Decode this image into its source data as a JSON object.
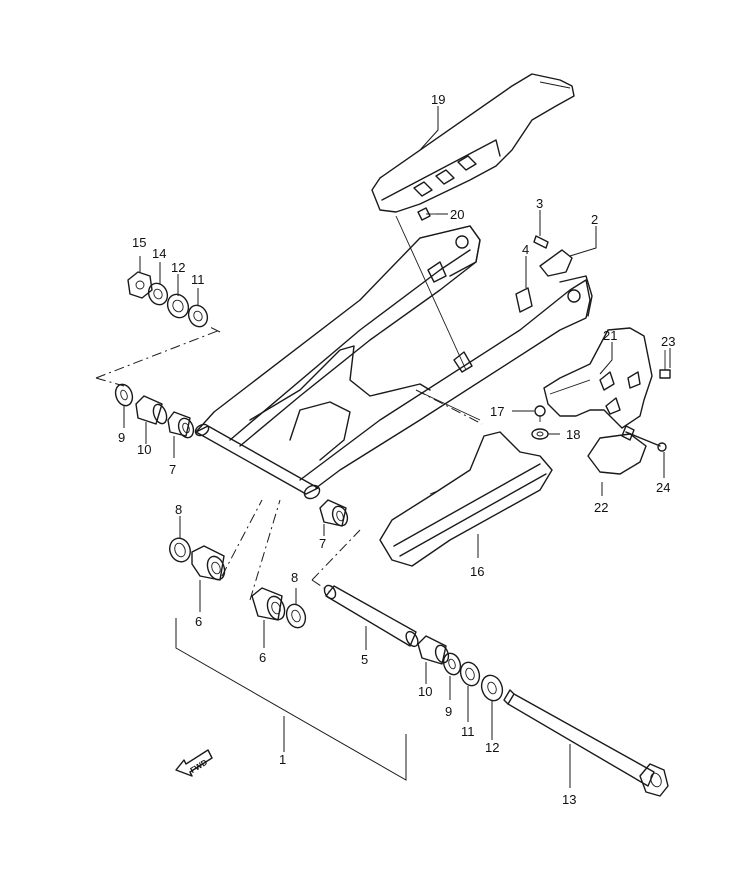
{
  "callouts": {
    "c1": "1",
    "c2": "2",
    "c3": "3",
    "c4": "4",
    "c5": "5",
    "c6a": "6",
    "c6b": "6",
    "c7a": "7",
    "c7b": "7",
    "c8a": "8",
    "c8b": "8",
    "c9a": "9",
    "c9b": "9",
    "c10a": "10",
    "c10b": "10",
    "c11a": "11",
    "c11b": "11",
    "c12a": "12",
    "c12b": "12",
    "c13": "13",
    "c14": "14",
    "c15": "15",
    "c16": "16",
    "c17": "17",
    "c18": "18",
    "c19": "19",
    "c20": "20",
    "c21": "21",
    "c22": "22",
    "c23": "23",
    "c24": "24"
  },
  "fwd_indicator": {
    "label": "FWD"
  }
}
